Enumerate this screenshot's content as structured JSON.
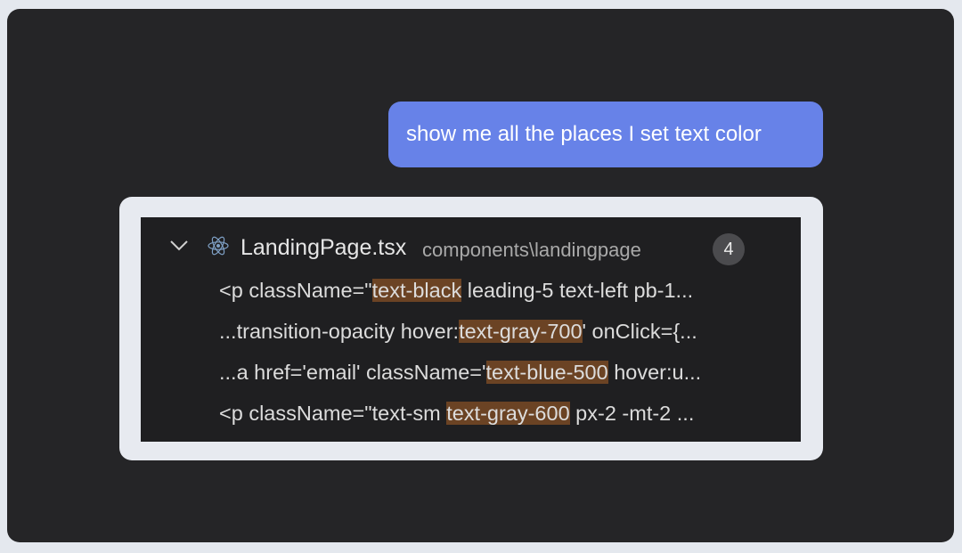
{
  "chat": {
    "user_message": "show me all the places I set text color"
  },
  "result": {
    "file_icon": "react-icon",
    "collapse_icon": "chevron-down-icon",
    "file_name": "LandingPage.tsx",
    "file_path": "components\\landingpage",
    "match_count": "4",
    "matches": [
      {
        "before": "<p className=\"",
        "highlight": "text-black",
        "after": " leading-5 text-left pb-1..."
      },
      {
        "before": "...transition-opacity hover:",
        "highlight": "text-gray-700",
        "after": "' onClick={..."
      },
      {
        "before": "...a href='email' className='",
        "highlight": "text-blue-500",
        "after": " hover:u..."
      },
      {
        "before": "<p className=\"text-sm ",
        "highlight": "text-gray-600",
        "after": " px-2 -mt-2 ..."
      }
    ]
  },
  "colors": {
    "background": "#252527",
    "bubble": "#6782e8",
    "highlight": "#6b4324"
  }
}
